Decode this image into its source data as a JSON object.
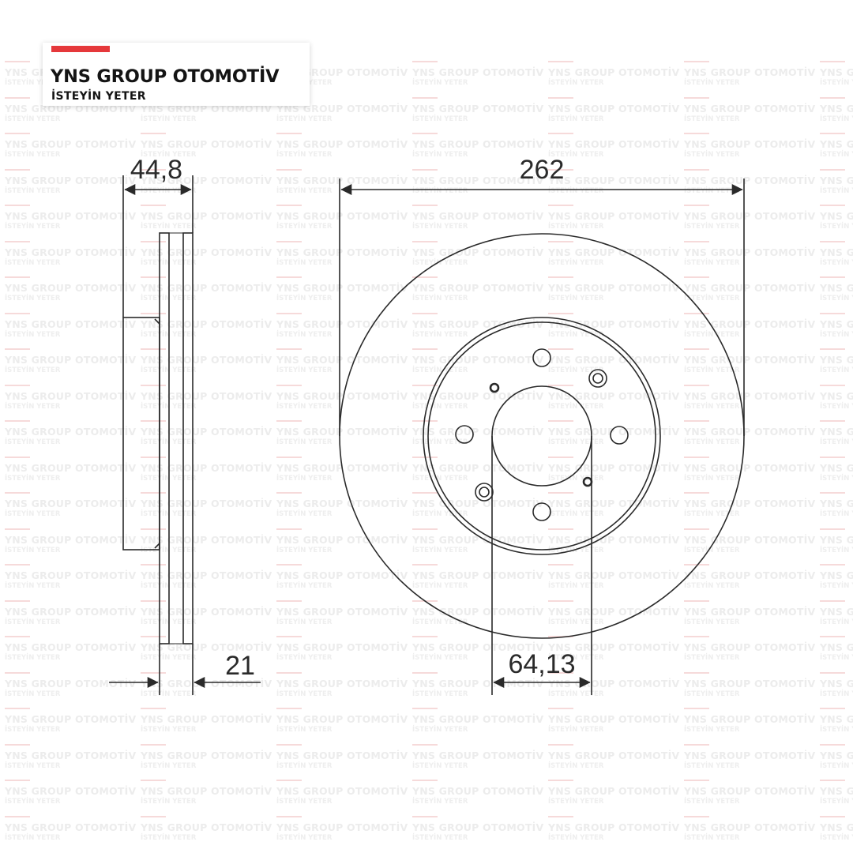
{
  "brand": {
    "name": "YNS GROUP OTOMOTİV",
    "slogan": "İSTEYİN YETER",
    "accent_color": "#e5383b"
  },
  "watermark": {
    "line1": "YNS GROUP OTOMOTİV",
    "line2": "İSTEYİN YETER"
  },
  "dimensions": {
    "overall_thickness": "44,8",
    "outer_diameter": "262",
    "min_thickness": "21",
    "center_bore": "64,13"
  },
  "colors": {
    "line": "#2a2a2a",
    "background": "#ffffff"
  }
}
